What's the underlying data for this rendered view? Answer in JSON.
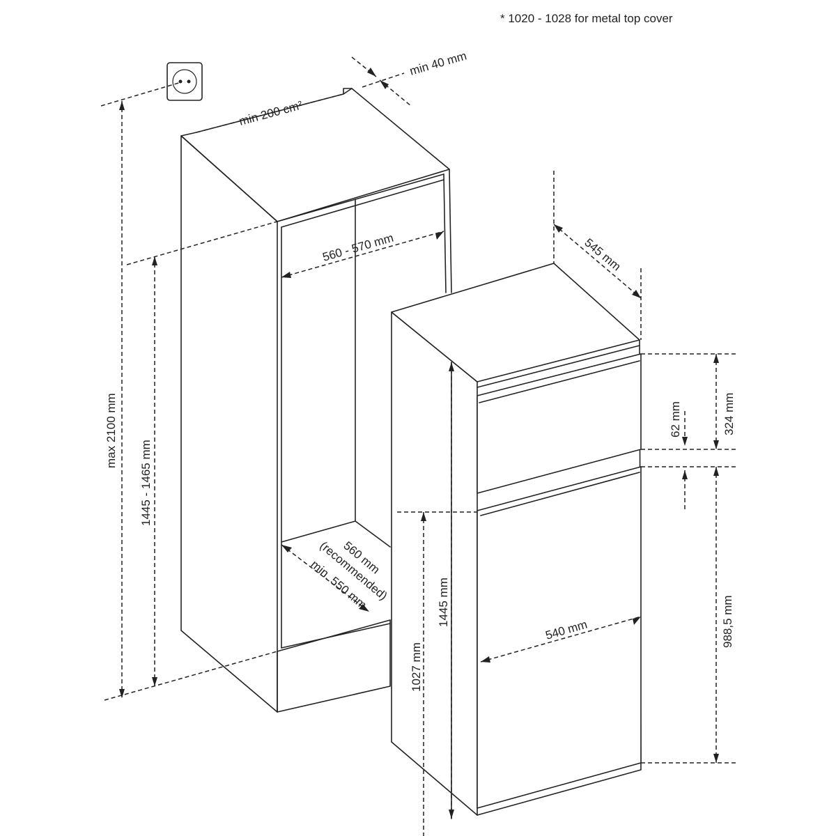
{
  "note": "* 1020 - 1028 for metal top cover",
  "dimensions": {
    "min_gap": "min 40 mm",
    "vent_area": "min 200 cm²",
    "max_height": "max 2100 mm",
    "niche_height": "1445 - 1465 mm",
    "niche_width": "560 - 570 mm",
    "niche_depth_line1": "560 mm",
    "niche_depth_line2": "(recommended)",
    "niche_depth_line3": "min. 550 mm",
    "appliance_depth": "545 mm",
    "appliance_width": "540 mm",
    "appliance_height": "1445 mm",
    "fridge_door_height": "1027 mm",
    "freezer_door_height": "324 mm",
    "door_gap": "62 mm",
    "fridge_door_panel": "988,5 mm"
  },
  "icons": {
    "socket": "power-socket-icon"
  }
}
